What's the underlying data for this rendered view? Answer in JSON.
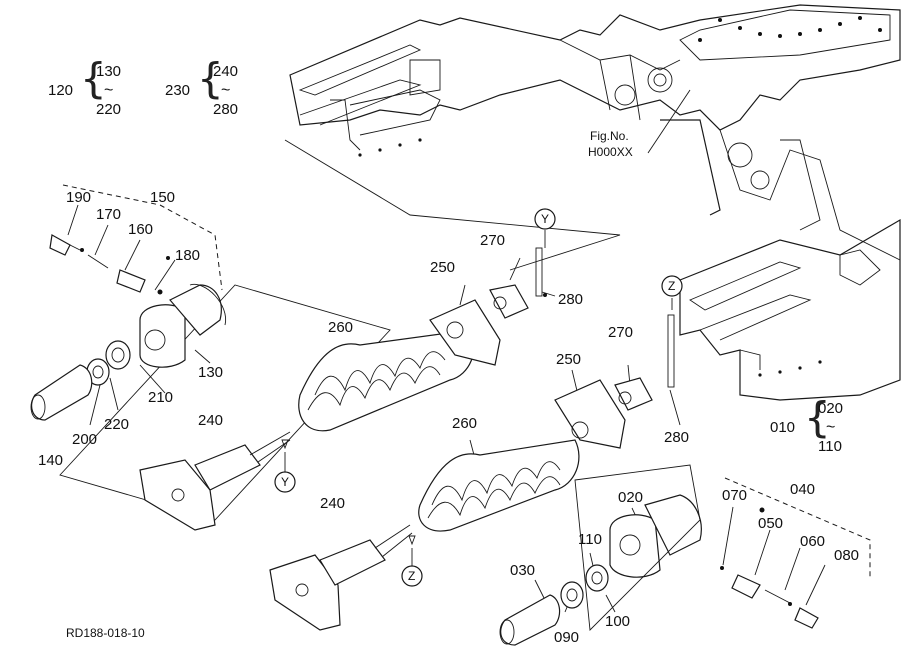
{
  "diagram": {
    "drawing_ref": "RD188-018-10",
    "fig_ref": {
      "line1": "Fig.No.",
      "line2": "H000XX"
    },
    "view_markers": {
      "y": "Y",
      "z": "Z"
    },
    "group_labels": {
      "g120": {
        "parent": "120",
        "from": "130",
        "sep": "~",
        "to": "220"
      },
      "g230": {
        "parent": "230",
        "from": "240",
        "sep": "~",
        "to": "280"
      },
      "g010": {
        "parent": "010",
        "from": "020",
        "sep": "~",
        "to": "110"
      }
    },
    "parts": {
      "p190": "190",
      "p170": "170",
      "p160": "160",
      "p150": "150",
      "p180": "180",
      "p130": "130",
      "p210": "210",
      "p220": "220",
      "p200": "200",
      "p140": "140",
      "p260a": "260",
      "p250a": "250",
      "p270a": "270",
      "p280a": "280",
      "p240a": "240",
      "p270b": "270",
      "p250b": "250",
      "p280b": "280",
      "p260b": "260",
      "p240b": "240",
      "p020": "020",
      "p070": "070",
      "p040": "040",
      "p050": "050",
      "p060": "060",
      "p080": "080",
      "p110": "110",
      "p030": "030",
      "p090": "090",
      "p100": "100"
    }
  }
}
